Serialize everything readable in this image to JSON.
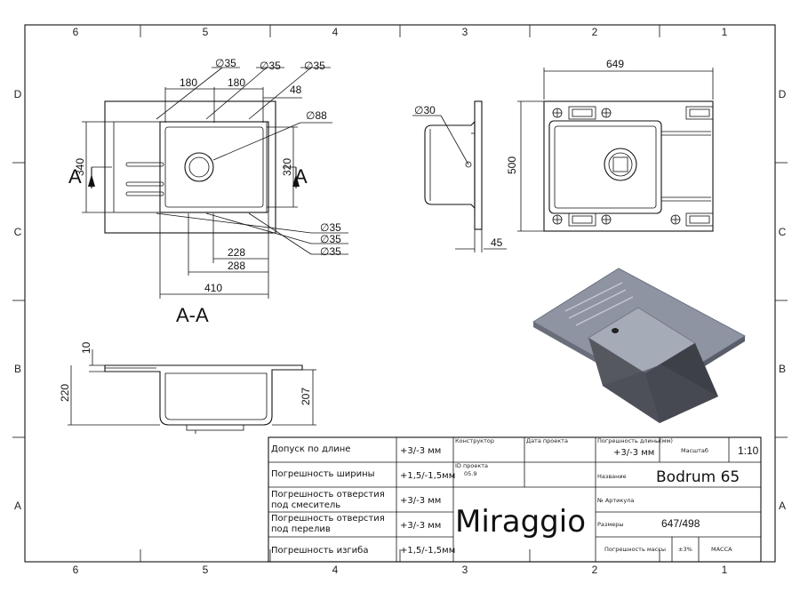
{
  "frame": {
    "columns_top": [
      "6",
      "5",
      "4",
      "3",
      "2",
      "1"
    ],
    "columns_bottom": [
      "6",
      "5",
      "4",
      "3",
      "2",
      "1"
    ],
    "rows_left": [
      "D",
      "C",
      "B",
      "A"
    ],
    "rows_right": [
      "D",
      "C",
      "B",
      "A"
    ]
  },
  "top_view": {
    "dia1": "∅35",
    "dia2": "∅35",
    "dia3": "∅35",
    "dim180a": "180",
    "dim180b": "180",
    "dim48": "48",
    "dia88": "∅88",
    "dim340": "340",
    "dim320": "320",
    "section_mark_left": "A",
    "section_mark_right": "A",
    "dia_b1": "∅35",
    "dia_b2": "∅35",
    "dia_b3": "∅35",
    "dim228": "228",
    "dim288": "288",
    "dim410": "410"
  },
  "side_view": {
    "dia30": "∅30",
    "dim45": "45"
  },
  "bottom_view": {
    "dim649": "649",
    "dim500": "500"
  },
  "section_view": {
    "title": "A-A",
    "dim10": "10",
    "dim220": "220",
    "dim207": "207"
  },
  "title_block": {
    "tol_rows": [
      {
        "label": "Допуск по длине",
        "value": "+3/-3 мм"
      },
      {
        "label": "Погрешность ширины",
        "value": "+1,5/-1,5мм"
      },
      {
        "label": "Погрешность отверстия под смеситель",
        "label1": "Погрешность отверстия",
        "label2": "под смеситель",
        "value": "+3/-3 мм"
      },
      {
        "label": "Погрешность отверстия под перелив",
        "label1": "Погрешность отверстия",
        "label2": "под перелив",
        "value": "+3/-3 мм"
      },
      {
        "label": "Погрешность изгиба",
        "value": "+1,5/-1,5мм"
      }
    ],
    "constructor_label": "Конструктор",
    "date_label": "Дата проекта",
    "project_id_label": "ID проекта",
    "project_id_value": "05.9",
    "length_err_label": "Погрешность длины(мм)",
    "length_err_value": "+3/-3 мм",
    "scale_label": "Масштаб",
    "scale_value": "1:10",
    "name_label": "Название",
    "name_value": "Bodrum 65",
    "article_label": "№ Артикула",
    "size_label": "Размеры",
    "size_value": "647/498",
    "brand": "Miraggio",
    "mass_err_label": "Погрешность массы",
    "mass_err_value": "±3%",
    "mass_label": "МАССА"
  }
}
